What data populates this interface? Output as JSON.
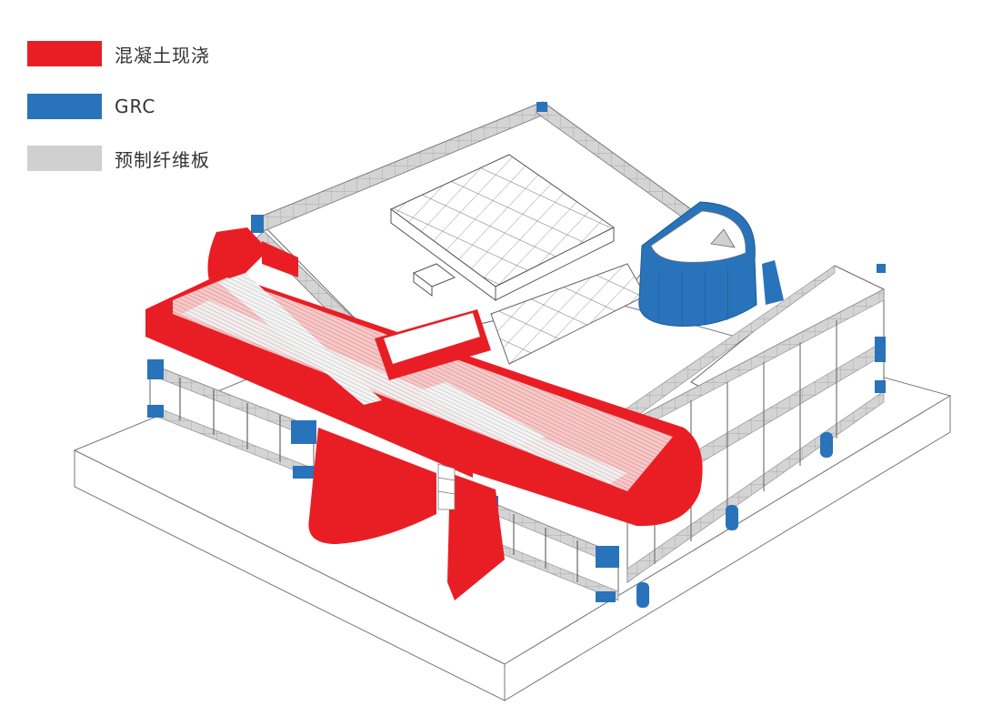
{
  "legend": {
    "items": [
      {
        "label": "混凝土现浇",
        "color": "#E91E25",
        "material": "cast-in-place-concrete"
      },
      {
        "label": "GRC",
        "color": "#2873BA",
        "material": "glass-fiber-reinforced-concrete"
      },
      {
        "label": "预制纤维板",
        "color": "#D0D0D0",
        "material": "prefabricated-fiber-board"
      }
    ]
  },
  "diagram": {
    "type": "axonometric-material-diagram",
    "colors": {
      "concrete": "#E91E25",
      "concrete_light": "#F3B3B3",
      "grc": "#2873BA",
      "fiber_board": "#D0D0D0",
      "outline": "#555555",
      "base": "#FFFFFF"
    }
  }
}
